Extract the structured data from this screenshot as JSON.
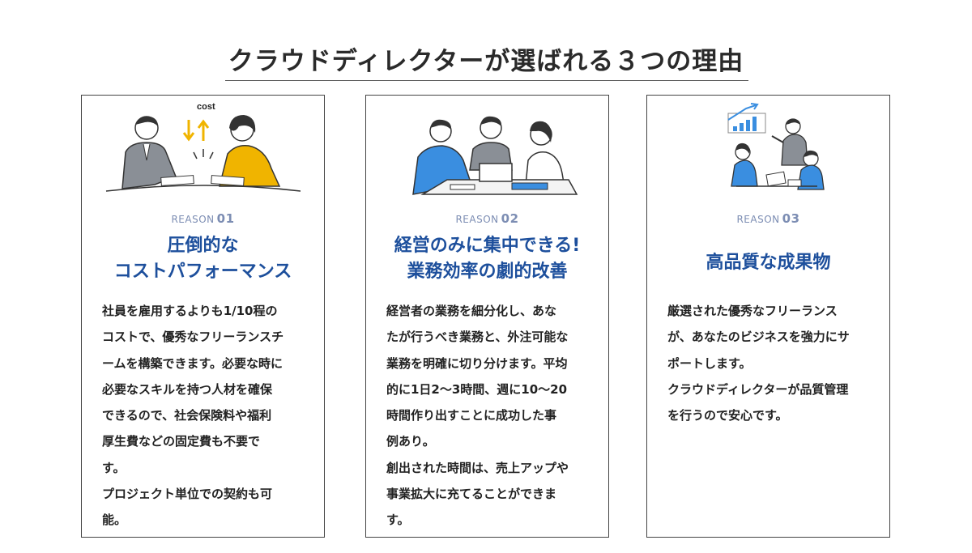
{
  "page": {
    "title": "クラウドディレクターが選ばれる３つの理由"
  },
  "cards": [
    {
      "illustration": "business-meeting-cost-icon",
      "illustration_text": "cost",
      "reason_label": "REASON",
      "reason_num": "01",
      "heading_line1": "圧倒的な",
      "heading_line2": "コストパフォーマンス",
      "body_lines": [
        "社員を雇用するよりも1/10程の",
        "コストで、優秀なフリーランスチ",
        "ームを構築できます。必要な時に",
        "必要なスキルを持つ人材を確保",
        "できるので、社会保険料や福利",
        "厚生費などの固定費も不要で",
        "す。",
        "プロジェクト単位での契約も可",
        "能。"
      ]
    },
    {
      "illustration": "team-meeting-icon",
      "reason_label": "REASON",
      "reason_num": "02",
      "heading_line1": "経営のみに集中できる!",
      "heading_line2": "業務効率の劇的改善",
      "body_lines": [
        "経営者の業務を細分化し、あな",
        "たが行うべき業務と、外注可能な",
        "業務を明確に切り分けます。平均",
        "的に1日2～3時間、週に10～20",
        "時間作り出すことに成功した事",
        "例あり。",
        "創出された時間は、売上アップや",
        "事業拡大に充てることができま",
        "す。"
      ]
    },
    {
      "illustration": "presentation-chart-icon",
      "reason_label": "REASON",
      "reason_num": "03",
      "heading_line1": "高品質な成果物",
      "body_lines": [
        "厳選された優秀なフリーランス",
        "が、あなたのビジネスを強力にサ",
        "ポートします。",
        "クラウドディレクターが品質管理",
        "を行うので安心です。"
      ]
    }
  ],
  "colors": {
    "heading_blue": "#1d4f9c",
    "reason_gray_blue": "#7c8db3",
    "accent_yellow": "#f0b400",
    "accent_blue": "#3a8ee0"
  }
}
